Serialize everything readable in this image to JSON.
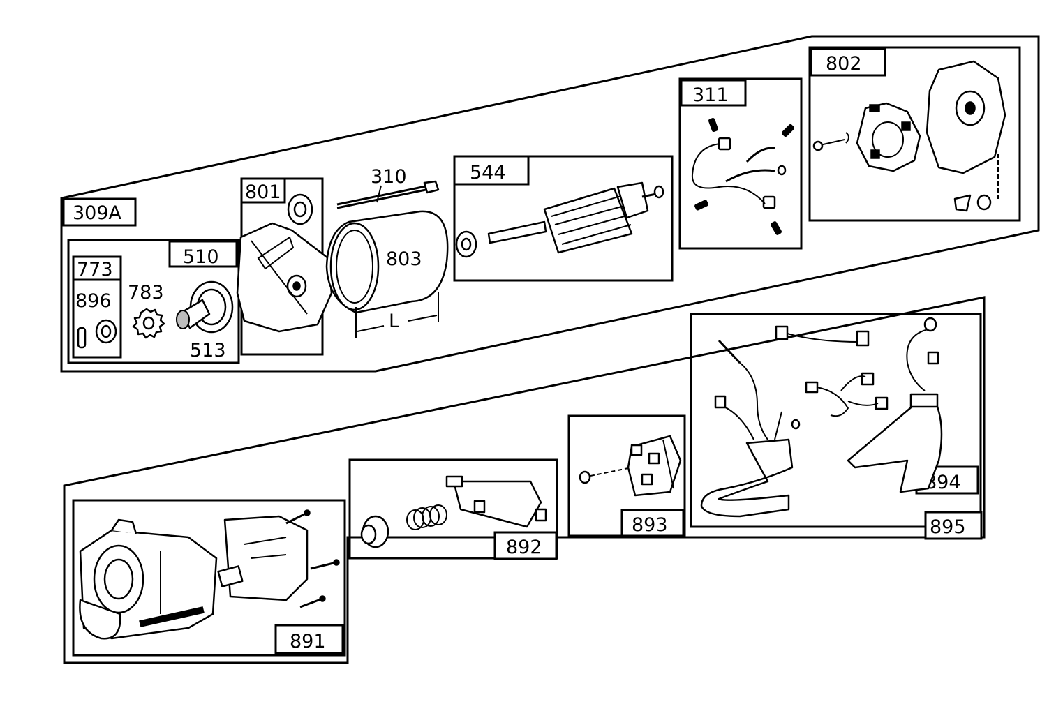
{
  "labels": {
    "kit_309A": "309A",
    "kit_510": "510",
    "part_773": "773",
    "part_896": "896",
    "part_783": "783",
    "part_513": "513",
    "part_801": "801",
    "part_310": "310",
    "part_803": "803",
    "dim_L": "L",
    "part_544": "544",
    "part_311": "311",
    "part_802": "802",
    "part_891": "891",
    "part_892": "892",
    "part_893": "893",
    "part_894": "894",
    "part_895": "895"
  }
}
